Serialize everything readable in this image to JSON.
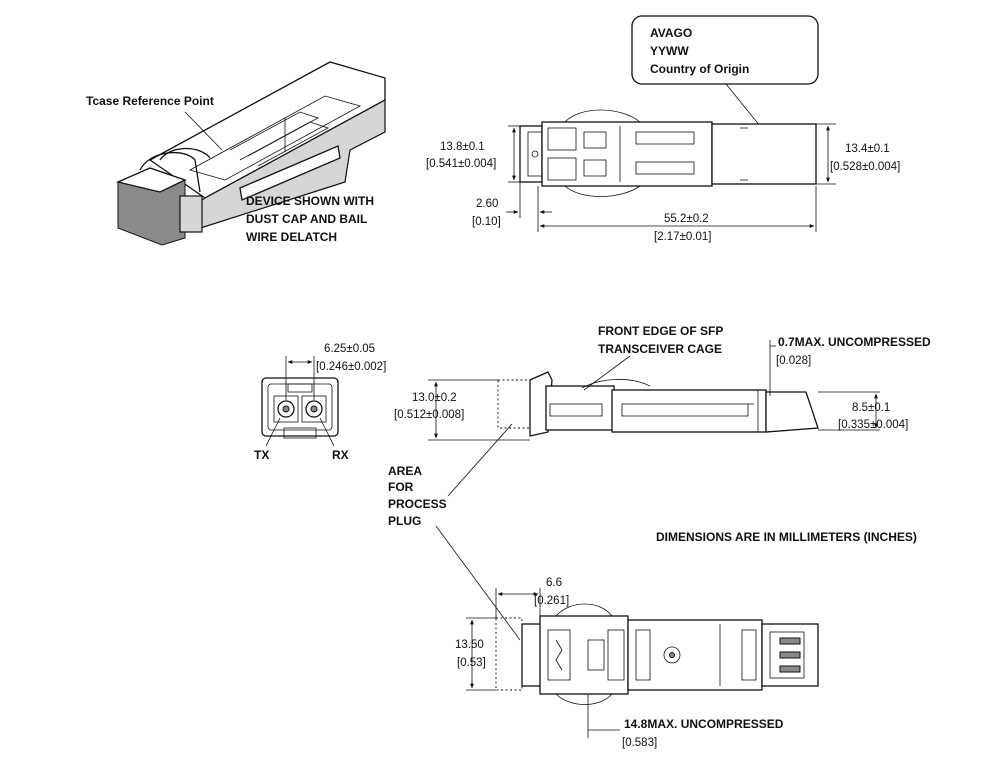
{
  "iso_view": {
    "tcase_label": "Tcase Reference Point",
    "note_lines": [
      "DEVICE SHOWN WITH",
      "DUST CAP AND BAIL",
      "WIRE DELATCH"
    ]
  },
  "top_view": {
    "label_lines": [
      "AVAGO",
      "YYWW",
      "Country of Origin"
    ],
    "dim_left": [
      "13.8±0.1",
      "[0.541±0.004]"
    ],
    "dim_right": [
      "13.4±0.1",
      "[0.528±0.004]"
    ],
    "dim_offset": [
      "2.60",
      "[0.10]"
    ],
    "dim_length": [
      "55.2±0.2",
      "[2.17±0.01]"
    ]
  },
  "front_view": {
    "dim_pitch": [
      "6.25±0.05",
      "[0.246±0.002]"
    ],
    "tx_label": "TX",
    "rx_label": "RX"
  },
  "side_view": {
    "cage_note": [
      "FRONT EDGE OF SFP",
      "TRANSCEIVER CAGE"
    ],
    "dim_unc": [
      "0.7MAX. UNCOMPRESSED",
      "[0.028]"
    ],
    "dim_height": [
      "13.0±0.2",
      "[0.512±0.008]"
    ],
    "dim_thick": [
      "8.5±0.1",
      "[0.335±0.004]"
    ]
  },
  "process_plug": {
    "note_lines": [
      "AREA",
      "FOR",
      "PROCESS",
      "PLUG"
    ]
  },
  "units_note": "DIMENSIONS ARE IN MILLIMETERS (INCHES)",
  "bottom_view": {
    "dim_width": [
      "6.6",
      "[0.261]"
    ],
    "dim_height": [
      "13.50",
      "[0.53]"
    ],
    "dim_unc": [
      "14.8MAX. UNCOMPRESSED",
      "[0.583]"
    ]
  }
}
